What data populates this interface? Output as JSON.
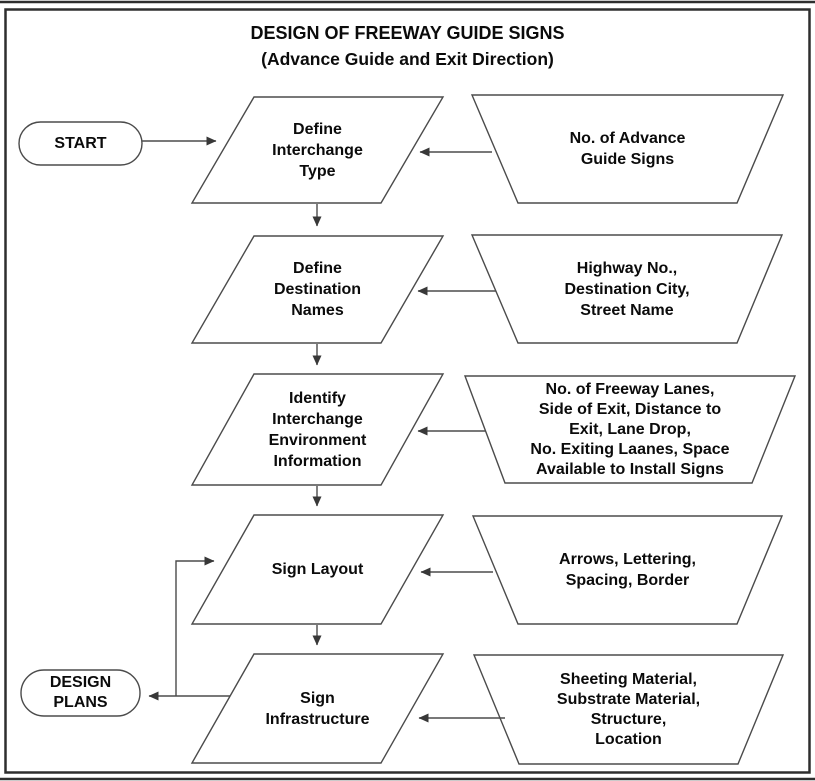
{
  "title": {
    "line1": "DESIGN OF FREEWAY GUIDE SIGNS",
    "line2": "(Advance Guide and Exit Direction)"
  },
  "terminals": {
    "start": "START",
    "end": "DESIGN\nPLANS"
  },
  "process_steps": [
    {
      "id": "define-interchange-type",
      "label": "Define\nInterchange\nType"
    },
    {
      "id": "define-destination-names",
      "label": "Define\nDestination\nNames"
    },
    {
      "id": "identify-interchange-environment-information",
      "label": "Identify\nInterchange\nEnvironment\nInformation"
    },
    {
      "id": "sign-layout",
      "label": "Sign Layout"
    },
    {
      "id": "sign-infrastructure",
      "label": "Sign\nInfrastructure"
    }
  ],
  "inputs": [
    {
      "id": "advance-guide-signs",
      "label": "No. of Advance\nGuide Signs"
    },
    {
      "id": "destination-info",
      "label": "Highway No.,\nDestination City,\nStreet Name"
    },
    {
      "id": "environment-info",
      "label": "No. of Freeway Lanes,\nSide of Exit, Distance to\nExit, Lane Drop,\nNo. Exiting Laanes, Space\nAvailable to Install Signs"
    },
    {
      "id": "layout-elements",
      "label": "Arrows, Lettering,\nSpacing, Border"
    },
    {
      "id": "infrastructure-elements",
      "label": "Sheeting Material,\nSubstrate Material,\nStructure,\nLocation"
    }
  ],
  "colors": {
    "stroke": "#4b4b4b",
    "arrow": "#383838",
    "border": "#2e2e2e",
    "text": "#0b0b0b",
    "background": "#ffffff"
  }
}
